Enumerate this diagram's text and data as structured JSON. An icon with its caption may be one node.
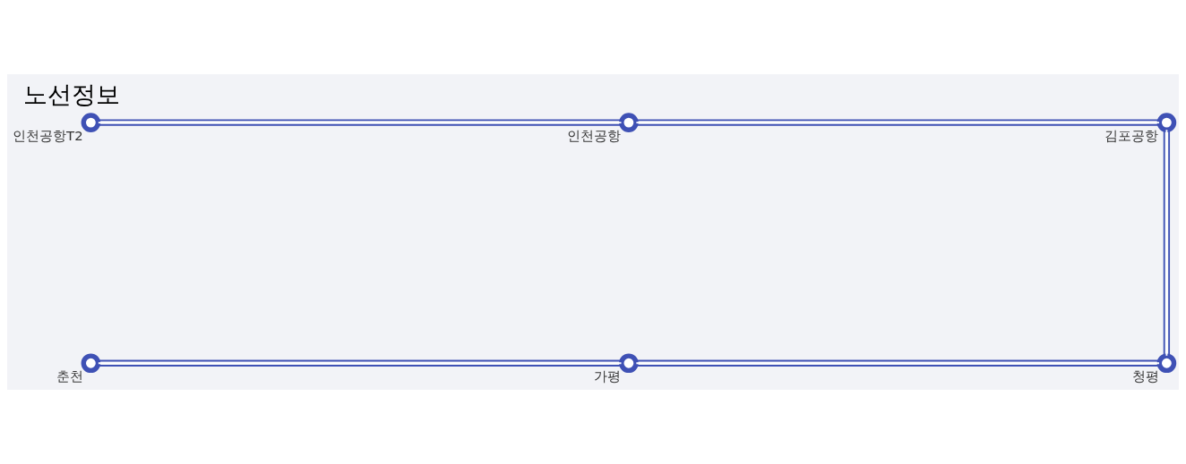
{
  "diagram": {
    "title": "노선정보",
    "nodes": [
      {
        "text": [],
        "shape": "circle",
        "beside": [
          "인천공항T2"
        ]
      },
      {
        "text": [],
        "shape": "circle",
        "beside": [
          "인천공항"
        ]
      },
      {
        "text": [],
        "shape": "circle",
        "beside": [
          "김포공항"
        ]
      },
      {
        "text": [],
        "shape": "circle",
        "beside": [
          "청평"
        ]
      },
      {
        "text": [],
        "shape": "circle",
        "beside": [
          "가평"
        ]
      },
      {
        "text": [],
        "shape": "circle",
        "beside": [
          "춘천"
        ]
      }
    ],
    "edges": [
      {
        "from": 0,
        "to": 1,
        "arrow": "none"
      },
      {
        "from": 1,
        "to": 2,
        "arrow": "none"
      },
      {
        "from": 2,
        "to": 3,
        "arrow": "none"
      },
      {
        "from": 3,
        "to": 4,
        "arrow": "none"
      },
      {
        "from": 4,
        "to": 5,
        "arrow": "none"
      }
    ]
  }
}
